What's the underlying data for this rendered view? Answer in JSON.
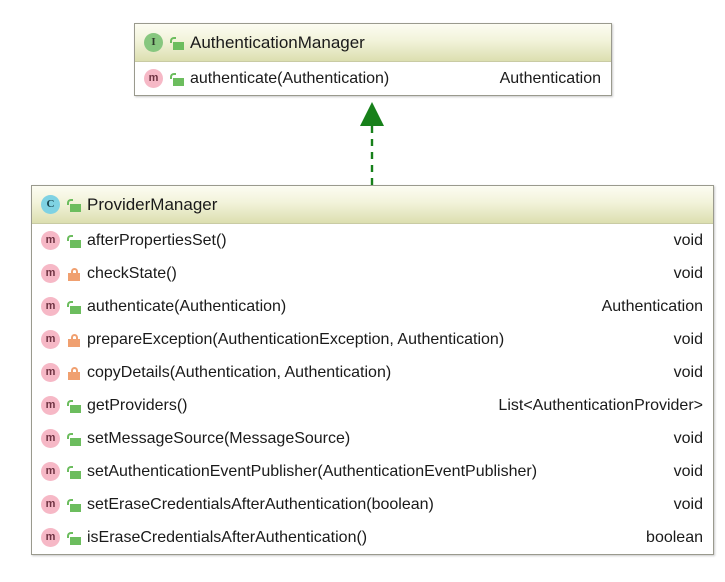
{
  "diagram": {
    "type": "uml-class-diagram",
    "background": "#ffffff",
    "colors": {
      "interface_badge": "#87c77f",
      "class_badge": "#7fd2e3",
      "method_badge": "#f6b8c6",
      "public_lock": "#6cbd5e",
      "private_lock": "#f0a070",
      "header_gradient_top": "#fcfcf2",
      "header_gradient_bottom": "#dcdfb0",
      "node_border": "#9a9a8e",
      "relation": "#17801a"
    },
    "nodes": [
      {
        "id": "AuthenticationManager",
        "kind": "interface",
        "kind_badge_label": "I",
        "visibility": "public",
        "title": "AuthenticationManager",
        "members": [
          {
            "kind": "method",
            "kind_badge_label": "m",
            "visibility": "public",
            "signature": "authenticate(Authentication)",
            "return_type": "Authentication"
          }
        ]
      },
      {
        "id": "ProviderManager",
        "kind": "class",
        "kind_badge_label": "C",
        "visibility": "public",
        "title": "ProviderManager",
        "members": [
          {
            "kind": "method",
            "kind_badge_label": "m",
            "visibility": "public",
            "signature": "afterPropertiesSet()",
            "return_type": "void"
          },
          {
            "kind": "method",
            "kind_badge_label": "m",
            "visibility": "private",
            "signature": "checkState()",
            "return_type": "void"
          },
          {
            "kind": "method",
            "kind_badge_label": "m",
            "visibility": "public",
            "signature": "authenticate(Authentication)",
            "return_type": "Authentication"
          },
          {
            "kind": "method",
            "kind_badge_label": "m",
            "visibility": "private",
            "signature": "prepareException(AuthenticationException, Authentication)",
            "return_type": "void"
          },
          {
            "kind": "method",
            "kind_badge_label": "m",
            "visibility": "private",
            "signature": "copyDetails(Authentication, Authentication)",
            "return_type": "void"
          },
          {
            "kind": "method",
            "kind_badge_label": "m",
            "visibility": "public",
            "signature": "getProviders()",
            "return_type": "List<AuthenticationProvider>"
          },
          {
            "kind": "method",
            "kind_badge_label": "m",
            "visibility": "public",
            "signature": "setMessageSource(MessageSource)",
            "return_type": "void"
          },
          {
            "kind": "method",
            "kind_badge_label": "m",
            "visibility": "public",
            "signature": "setAuthenticationEventPublisher(AuthenticationEventPublisher)",
            "return_type": "void"
          },
          {
            "kind": "method",
            "kind_badge_label": "m",
            "visibility": "public",
            "signature": "setEraseCredentialsAfterAuthentication(boolean)",
            "return_type": "void"
          },
          {
            "kind": "method",
            "kind_badge_label": "m",
            "visibility": "public",
            "signature": "isEraseCredentialsAfterAuthentication()",
            "return_type": "boolean"
          }
        ]
      }
    ],
    "relations": [
      {
        "type": "realization",
        "style": "dashed",
        "arrowhead": "solid-triangle",
        "from": "ProviderManager",
        "to": "AuthenticationManager",
        "color": "#17801a"
      }
    ]
  }
}
